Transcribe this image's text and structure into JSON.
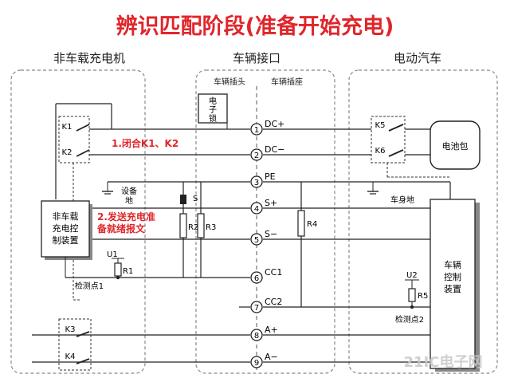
{
  "title": "辨识匹配阶段(准备开始充电)",
  "sections": {
    "charger": "非车载充电机",
    "interface": "车辆接口",
    "vehicle": "电动汽车"
  },
  "interface_labels": {
    "plug": "车辆插头",
    "socket": "车辆插座"
  },
  "components": {
    "e_lock": [
      "电",
      "子",
      "锁"
    ],
    "battery": "电池包",
    "charger_controller": [
      "非车载",
      "充电控",
      "制装置"
    ],
    "vehicle_controller": [
      "车辆",
      "控制",
      "装置"
    ],
    "equipment_ground": [
      "设备",
      "地"
    ],
    "body_ground": "车身地",
    "check_point_1": "检测点1",
    "check_point_2": "检测点2",
    "switch_s": "S"
  },
  "switches": [
    "K1",
    "K2",
    "K3",
    "K4",
    "K5",
    "K6"
  ],
  "resistors": [
    "R1",
    "R2",
    "R3",
    "R4",
    "R5"
  ],
  "supplies": [
    "U1",
    "U2"
  ],
  "pins": [
    {
      "num": "1",
      "label": "DC+"
    },
    {
      "num": "2",
      "label": "DC−"
    },
    {
      "num": "3",
      "label": "PE"
    },
    {
      "num": "4",
      "label": "S+"
    },
    {
      "num": "5",
      "label": "S−"
    },
    {
      "num": "6",
      "label": "CC1"
    },
    {
      "num": "7",
      "label": "CC2"
    },
    {
      "num": "8",
      "label": "A+"
    },
    {
      "num": "9",
      "label": "A−"
    }
  ],
  "steps": {
    "step1": "1.闭合K1、K2",
    "step2_line1": "2.发送充电准",
    "step2_line2": "备就绪报文"
  },
  "watermark": "21IC电子网",
  "colors": {
    "accent": "#e0262b",
    "line": "#222222",
    "frame": "#888888"
  }
}
